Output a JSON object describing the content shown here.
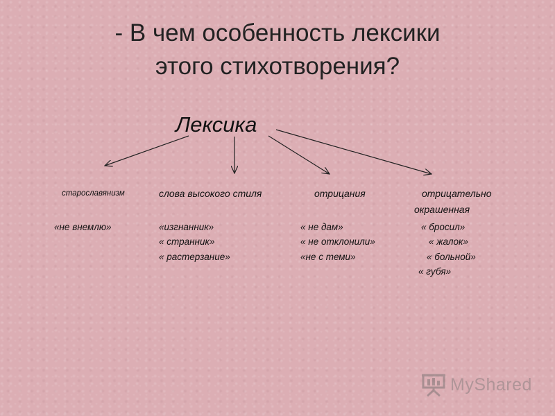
{
  "title": {
    "line1": "- В чем особенность лексики",
    "line2": "этого стихотворения?"
  },
  "heading": "Лексика",
  "categories": [
    {
      "label": "старославянизм"
    },
    {
      "label": "слова высокого стиля"
    },
    {
      "label": "отрицания"
    },
    {
      "label_line1": "отрицательно",
      "label_line2": "окрашенная"
    }
  ],
  "examples": {
    "c1": [
      "«не внемлю»"
    ],
    "c2": [
      "«изгнанник»",
      "« странник»",
      "« растерзание»"
    ],
    "c3": [
      "« не дам»",
      "« не отклонили»",
      "«не с  теми»"
    ],
    "c4": [
      "« бросил»",
      "« жалок»",
      "« больной»",
      "« губя»"
    ]
  },
  "watermark": {
    "text": "MyShared",
    "icon": "presentation-board-icon"
  }
}
